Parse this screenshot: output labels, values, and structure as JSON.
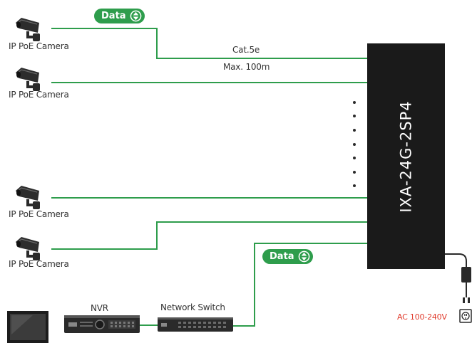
{
  "diagram": {
    "device_name": "IXA-24G-2SP4",
    "data_badge_label": "Data",
    "cable_label": "Cat.5e",
    "distance_label": "Max. 100m",
    "cameras": [
      {
        "label": "IP PoE Camera"
      },
      {
        "label": "IP PoE Camera"
      },
      {
        "label": "IP PoE Camera"
      },
      {
        "label": "IP PoE Camera"
      }
    ],
    "nvr_label": "NVR",
    "network_switch_label": "Network Switch",
    "power_label": "AC 100-240V",
    "colors": {
      "line": "#2e9d4c",
      "device": "#1a1a1a",
      "power_text": "#e03a2b"
    }
  }
}
